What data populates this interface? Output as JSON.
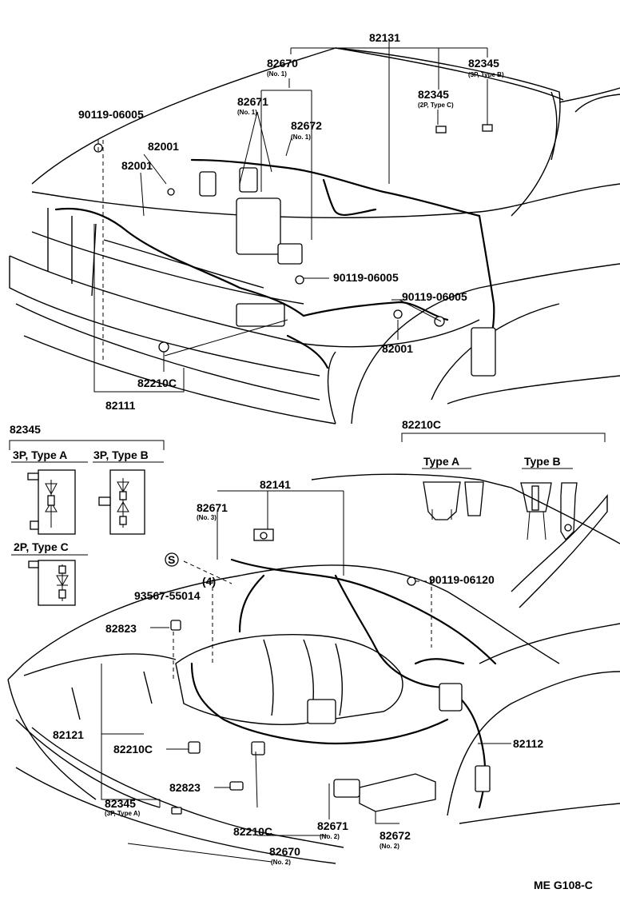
{
  "diagram_code": "ME G108-C",
  "upper_assembly": {
    "callouts": [
      {
        "id": "c-82131",
        "part": "82131"
      },
      {
        "id": "c-82670",
        "part": "82670",
        "note": "(No. 1)"
      },
      {
        "id": "c-82345-3p",
        "part": "82345",
        "note": "(3P, Type B)"
      },
      {
        "id": "c-82345-2p",
        "part": "82345",
        "note": "(2P, Type C)"
      },
      {
        "id": "c-82671",
        "part": "82671",
        "note": "(No. 1)"
      },
      {
        "id": "c-82672",
        "part": "82672",
        "note": "(No. 1)"
      },
      {
        "id": "c-90119-a",
        "part": "90119-06005"
      },
      {
        "id": "c-82001-a",
        "part": "82001"
      },
      {
        "id": "c-82001-b",
        "part": "82001"
      },
      {
        "id": "c-90119-b",
        "part": "90119-06005"
      },
      {
        "id": "c-90119-c",
        "part": "90119-06005"
      },
      {
        "id": "c-82001-c",
        "part": "82001"
      },
      {
        "id": "c-82210c",
        "part": "82210C"
      },
      {
        "id": "c-82111",
        "part": "82111"
      }
    ]
  },
  "legend_82345": {
    "part": "82345",
    "types": [
      {
        "label": "3P, Type A"
      },
      {
        "label": "3P, Type B"
      },
      {
        "label": "2P, Type C"
      }
    ]
  },
  "legend_82210c": {
    "part": "82210C",
    "types": [
      {
        "label": "Type A"
      },
      {
        "label": "Type B"
      }
    ]
  },
  "lower_assembly": {
    "callouts": [
      {
        "id": "l-82141",
        "part": "82141"
      },
      {
        "id": "l-82671",
        "part": "82671",
        "note": "(No. 3)"
      },
      {
        "id": "l-s",
        "part": "S"
      },
      {
        "id": "l-4",
        "part": "(4)"
      },
      {
        "id": "l-93567",
        "part": "93567-55014"
      },
      {
        "id": "l-90119",
        "part": "90119-06120"
      },
      {
        "id": "l-82823-a",
        "part": "82823"
      },
      {
        "id": "l-82121",
        "part": "82121"
      },
      {
        "id": "l-82210c-a",
        "part": "82210C"
      },
      {
        "id": "l-82823-b",
        "part": "82823"
      },
      {
        "id": "l-82112",
        "part": "82112"
      },
      {
        "id": "l-82345",
        "part": "82345",
        "note": "(3P, Type A)"
      },
      {
        "id": "l-82210c-b",
        "part": "82210C"
      },
      {
        "id": "l-82671-b",
        "part": "82671",
        "note": "(No. 2)"
      },
      {
        "id": "l-82672",
        "part": "82672",
        "note": "(No. 2)"
      },
      {
        "id": "l-82670",
        "part": "82670",
        "note": "(No. 2)"
      }
    ]
  }
}
